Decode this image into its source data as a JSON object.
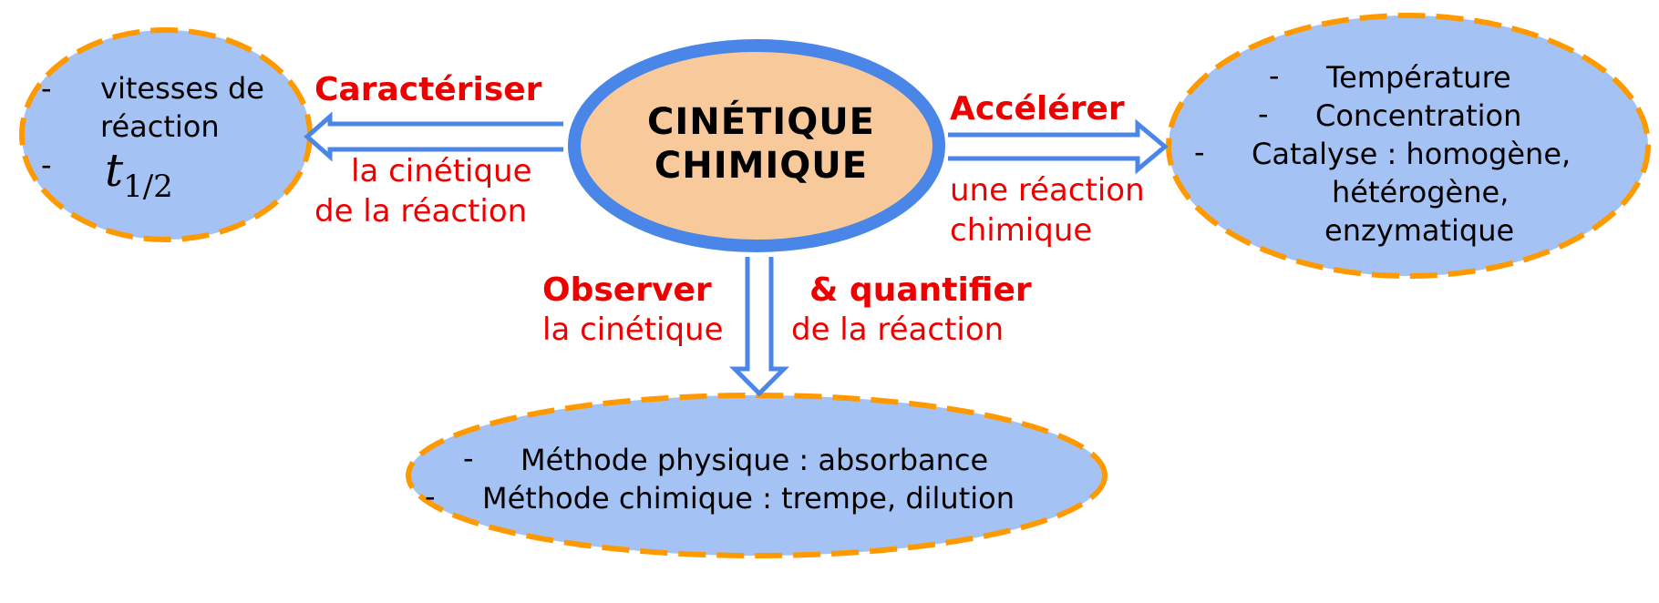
{
  "center": {
    "title_line1": "CINÉTIQUE",
    "title_line2": "CHIMIQUE"
  },
  "left": {
    "verb": "Caractériser",
    "object_line1": "la cinétique",
    "object_line2": "de la réaction",
    "items": [
      "vitesses de",
      "réaction"
    ],
    "formula_base": "t",
    "formula_sub": "1/2"
  },
  "right": {
    "verb": "Accélérer",
    "object_line1": "une réaction",
    "object_line2": "chimique",
    "items": [
      "Température",
      "Concentration",
      "Catalyse : homogène,",
      "hétérogène,",
      "enzymatique"
    ]
  },
  "bottom": {
    "verb_left": "Observer",
    "verb_right": "& quantifier",
    "object_left": "la cinétique",
    "object_right": "de la réaction",
    "items": [
      "Méthode physique : absorbance",
      "Méthode chimique : trempe, dilution"
    ]
  },
  "bullet": "-",
  "colors": {
    "center_fill": "#f8c99a",
    "center_stroke": "#4a86e8",
    "node_fill": "#a4c2f4",
    "node_dash": "#ff9900",
    "arrow": "#4a86e8",
    "label_red": "#ee0000"
  }
}
